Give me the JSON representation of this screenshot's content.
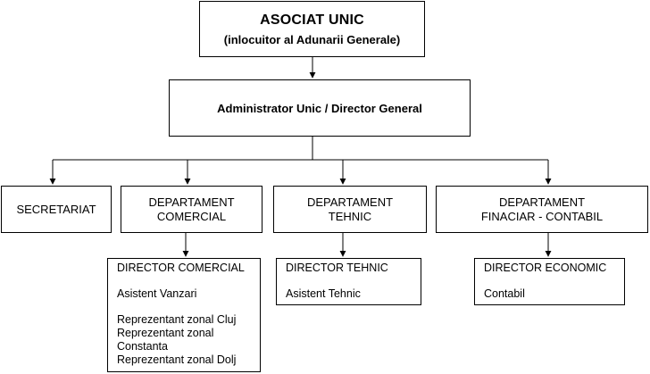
{
  "top": {
    "title": "ASOCIAT UNIC",
    "subtitle": "(inlocuitor al Adunarii Generale)"
  },
  "admin": {
    "title": "Administrator Unic / Director General"
  },
  "departments": [
    {
      "lines": [
        "SECRETARIAT"
      ]
    },
    {
      "lines": [
        "DEPARTAMENT",
        "COMERCIAL"
      ]
    },
    {
      "lines": [
        "DEPARTAMENT",
        "TEHNIC"
      ]
    },
    {
      "lines": [
        "DEPARTAMENT",
        "FINACIAR - CONTABIL"
      ]
    }
  ],
  "subunits": {
    "comercial": {
      "head": "DIRECTOR COMERCIAL",
      "items": [
        "Asistent Vanzari",
        "Reprezentant zonal Cluj",
        "Reprezentant zonal",
        "Constanta",
        "Reprezentant zonal Dolj"
      ]
    },
    "tehnic": {
      "head": "DIRECTOR TEHNIC",
      "items": [
        "Asistent Tehnic"
      ]
    },
    "economic": {
      "head": "DIRECTOR ECONOMIC",
      "items": [
        "Contabil"
      ]
    }
  }
}
